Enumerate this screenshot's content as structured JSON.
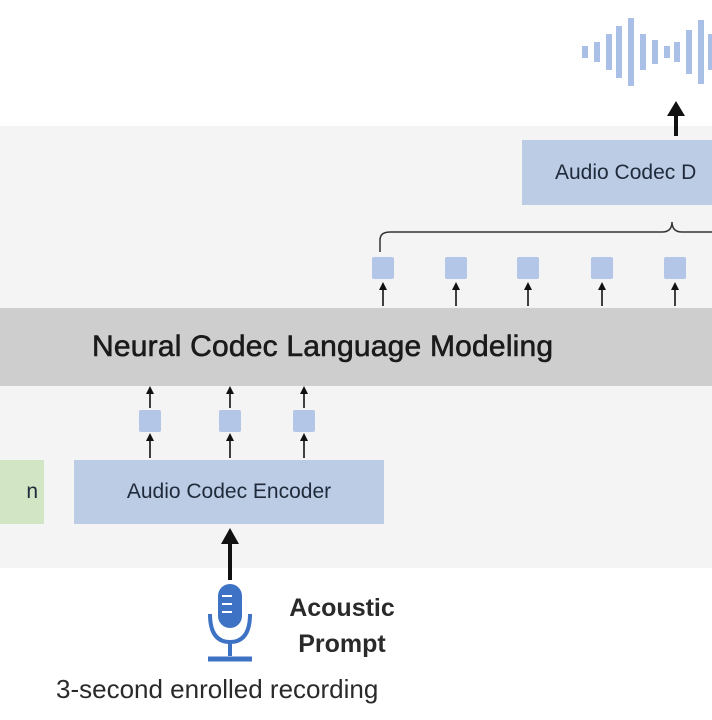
{
  "diagram": {
    "lm_label": "Neural Codec Language Modeling",
    "decoder_label": "Audio Codec D",
    "encoder_label": "Audio Codec Encoder",
    "green_box_label": "n",
    "prompt_title_line1": "Acoustic",
    "prompt_title_line2": "Prompt",
    "prompt_caption": "3-second enrolled recording",
    "output_token_count": 5,
    "input_token_count": 3
  },
  "colors": {
    "panel": "#f4f4f4",
    "lm_band": "#cecece",
    "codec_box": "#bccce4",
    "token": "#b3c6e7",
    "green_box": "#d2e6c5",
    "microphone": "#3d72c4",
    "waveform": "#a9bfe6"
  },
  "icons": {
    "waveform": "waveform-icon",
    "microphone": "microphone-icon"
  }
}
